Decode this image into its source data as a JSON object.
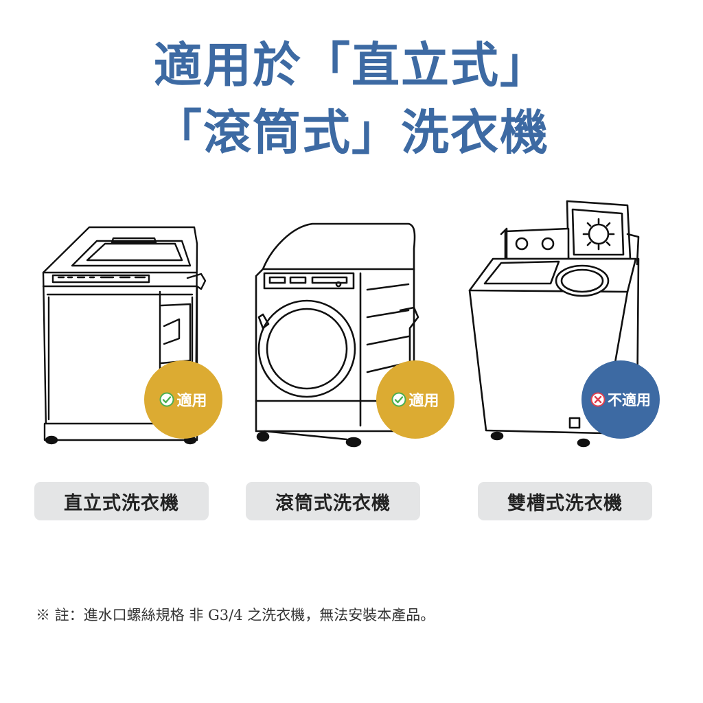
{
  "title": {
    "line1": "適用於「直立式」",
    "line2": "「滾筒式」洗衣機"
  },
  "machines": [
    {
      "label": "直立式洗衣機",
      "badge": "適用",
      "suitable": true
    },
    {
      "label": "滾筒式洗衣機",
      "badge": "適用",
      "suitable": true
    },
    {
      "label": "雙槽式洗衣機",
      "badge": "不適用",
      "suitable": false
    }
  ],
  "note": "※ 註：進水口螺絲規格 非 G3/4 之洗衣機，無法安裝本產品。",
  "colors": {
    "title": "#3d6aa3",
    "badge_ok": "#dcab32",
    "badge_no": "#3d6aa3",
    "pill_bg": "#e4e5e6",
    "check": "#4caf50",
    "cross": "#e04050"
  }
}
